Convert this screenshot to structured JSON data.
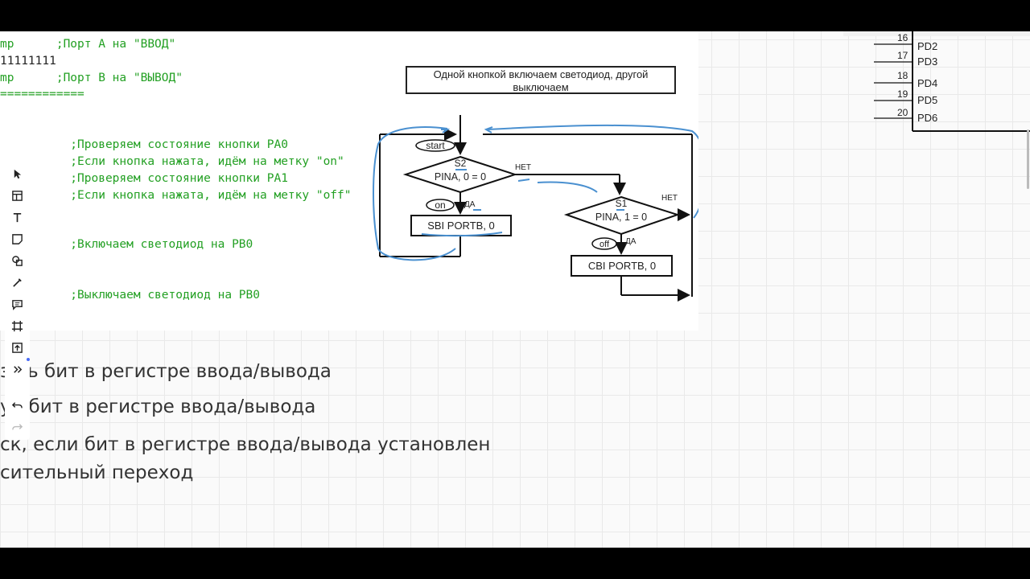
{
  "code_lines": [
    {
      "text": "mp      ;Порт A на \"ВВОД\"",
      "black": false
    },
    {
      "text": "11111111",
      "black": true
    },
    {
      "text": "mp      ;Порт B на \"ВЫВОД\"",
      "black": false
    },
    {
      "text": "============",
      "black": false
    },
    {
      "text": "          ;Проверяем состояние кнопки PA0",
      "black": false
    },
    {
      "text": "          ;Если кнопка нажата, идём на метку \"on\"",
      "black": false
    },
    {
      "text": "          ;Проверяем состояние кнопки PA1",
      "black": false
    },
    {
      "text": "          ;Если кнопка нажата, идём на метку \"off\"",
      "black": false
    },
    {
      "text": "          ;Включаем светодиод на PB0",
      "black": false
    },
    {
      "text": "          ;Выключаем светодиод на PB0",
      "black": false
    }
  ],
  "flowchart": {
    "title": "Одной кнопкой включаем светодиод, другой выключаем",
    "start": "start",
    "s2_label": "S2",
    "s2_cond": "PINA, 0 = 0",
    "s1_label": "S1",
    "s1_cond": "PINA, 1 = 0",
    "no_label": "НЕТ",
    "no_label_2": "НЕТ",
    "yes_label": "ДА",
    "yes_label_2": "ДА",
    "on_label": "on",
    "off_label": "off",
    "sbi": "SBI PORTB, 0",
    "cbi": "CBI PORTB, 0",
    "annotation_color": "#4a90d0"
  },
  "pins": [
    {
      "num": "16",
      "name": "PD2"
    },
    {
      "num": "17",
      "name": "PD3"
    },
    {
      "num": "18",
      "name": "PD4"
    },
    {
      "num": "19",
      "name": "PD5"
    },
    {
      "num": "20",
      "name": "PD6"
    }
  ],
  "bottom_lines": [
    "з   ь бит в регистре ввода/вывода",
    "у   бит в регистре ввода/вывода",
    "ск, если бит в регистре ввода/вывода установлен",
    "сительный переход"
  ],
  "toolbar": [
    {
      "name": "select-icon"
    },
    {
      "name": "template-icon"
    },
    {
      "name": "text-icon"
    },
    {
      "name": "sticky-note-icon"
    },
    {
      "name": "shapes-icon"
    },
    {
      "name": "pen-icon"
    },
    {
      "name": "comment-icon"
    },
    {
      "name": "frame-icon"
    },
    {
      "name": "upload-icon"
    },
    {
      "name": "more-icon"
    },
    {
      "name": "undo-icon"
    },
    {
      "name": "redo-icon"
    }
  ]
}
